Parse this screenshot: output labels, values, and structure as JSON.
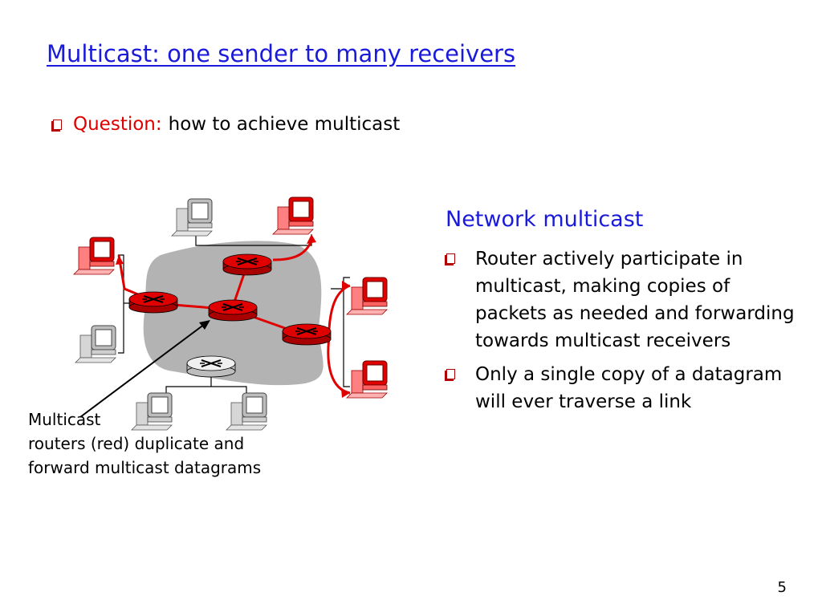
{
  "slide": {
    "title": "Multicast: one sender to many receivers",
    "question_label": "Question:",
    "question_text": "how to achieve multicast",
    "right_heading": "Network multicast",
    "bullets": [
      "Router actively participate in multicast, making copies of packets as needed and forwarding towards multicast receivers",
      "Only a single copy of a datagram will ever traverse a link"
    ],
    "caption_line1": "Multicast",
    "caption_line2": "routers (red) duplicate and",
    "caption_line3": "forward multicast datagrams",
    "page_number": "5"
  },
  "diagram": {
    "colors": {
      "multicast_router": "#e00000",
      "plain_router": "#e6e6e6",
      "network_cloud": "#b3b3b3",
      "multicast_link": "#e00000",
      "plain_link": "#000000",
      "receiver_host": "#e00000",
      "plain_host": "#bdbdbd"
    },
    "icons": [
      "router-icon",
      "computer-icon"
    ]
  }
}
